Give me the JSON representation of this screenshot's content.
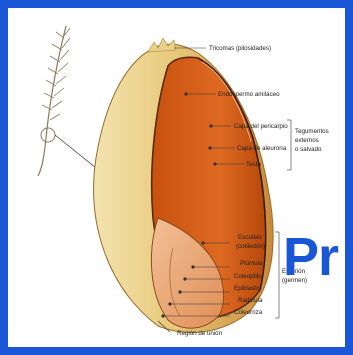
{
  "labels": {
    "tricomas": "Tricomas (pilosidades)",
    "endospermo": "Endospermo amiláceo",
    "pericarpio": "Capa del pericarpio",
    "aleurona": "Capa de aleurona",
    "testa": "Testa",
    "tegumentos_1": "Tegumentos",
    "tegumentos_2": "externos",
    "tegumentos_3": "o salvado",
    "escutelo_1": "Escutelo",
    "escutelo_2": "(cotiledón)",
    "plumula": "Plúmula",
    "coleoptilo": "Coleoptilo",
    "epiblasto": "Epiblasto",
    "radicula": "Radícula",
    "coleorriza": "Coleorriza",
    "region_union": "Región de unión",
    "embrion_1": "Embrión",
    "embrion_2": "(germen)"
  },
  "overlay_text": "Pr",
  "colors": {
    "frame": "#1a57d6",
    "endosperm": "#d9601a",
    "germ": "#e9a777",
    "husk": "#e8c97a"
  }
}
